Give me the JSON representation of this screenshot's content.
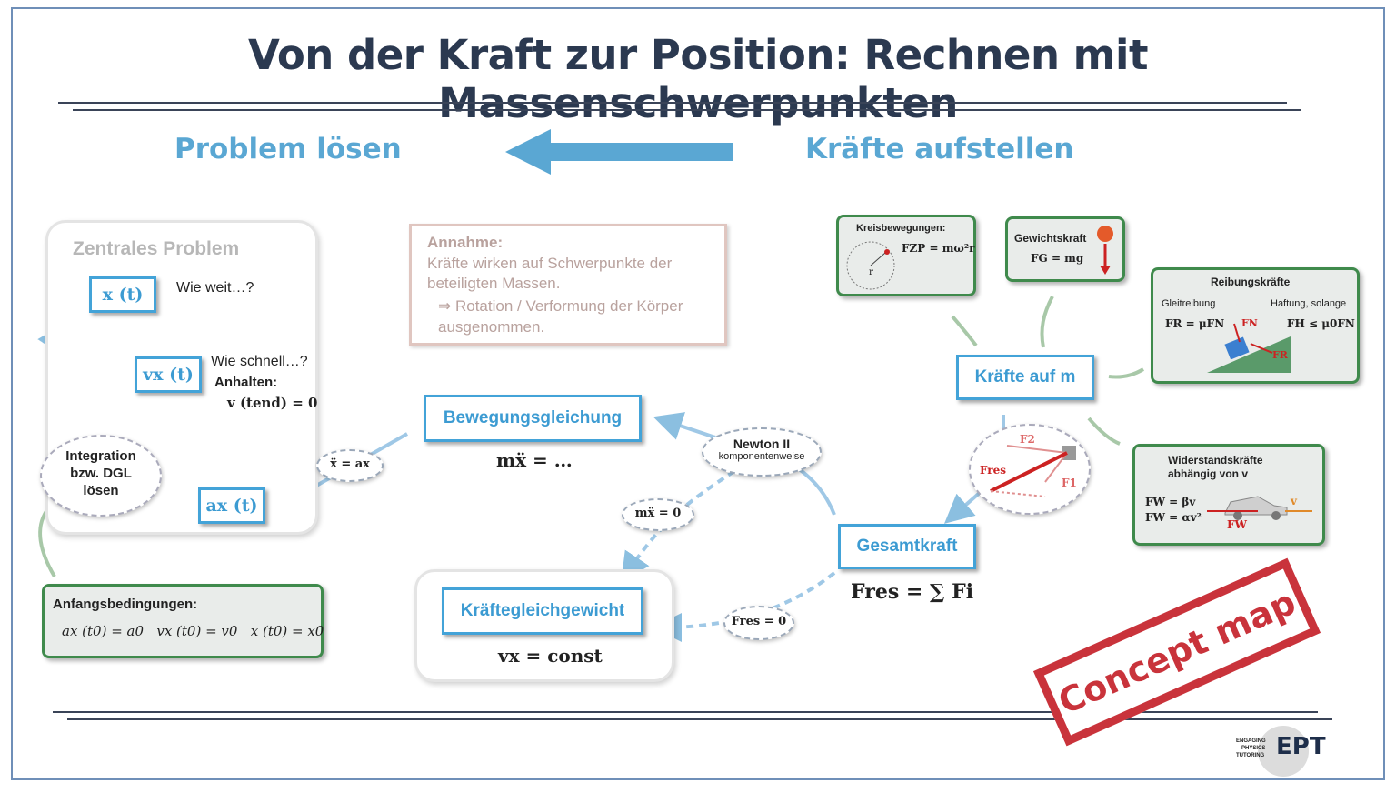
{
  "title": "Von der Kraft zur Position: Rechnen mit Massenschwerpunkten",
  "headings": {
    "left": "Problem lösen",
    "right": "Kräfte aufstellen"
  },
  "central": {
    "label": "Zentrales Problem",
    "x_t": "x (t)",
    "vx_t": "vx (t)",
    "ax_t": "ax (t)",
    "wie_weit": "Wie weit…?",
    "wie_schnell": "Wie schnell…?",
    "anhalten": "Anhalten:",
    "anhalten_eq": "v (tend) = 0",
    "integration": "Integration bzw. DGL lösen"
  },
  "anfang": {
    "label": "Anfangsbedingungen:",
    "eq": "ax (t0) = a0   vx (t0) = v0   x (t0) = x0"
  },
  "annahme": {
    "label": "Annahme:",
    "line1": "Kräfte wirken auf Schwerpunkte der beteiligten Massen.",
    "line2": "⇒ Rotation / Verformung der Körper ausgenommen."
  },
  "bewegung": {
    "label": "Bewegungsgleichung",
    "eq": "mẍ = …",
    "oval": "ẍ = ax"
  },
  "newton": {
    "line1": "Newton II",
    "line2": "komponentenweise"
  },
  "kraeftegleich": {
    "label": "Kräftegleichgewicht",
    "eq": "vx = const",
    "oval_m": "mẍ = 0",
    "oval_f": "Fres = 0"
  },
  "gesamt": {
    "label": "Gesamtkraft",
    "eq": "Fres = ∑ Fi"
  },
  "kraefte_m": "Kräfte auf m",
  "kreis": {
    "label": "Kreisbewegungen:",
    "eq": "FZP = mω²r",
    "r": "r"
  },
  "gewicht": {
    "label": "Gewichtskraft",
    "eq": "FG = mg"
  },
  "reibung": {
    "label": "Reibungskräfte",
    "gleit": "Gleitreibung",
    "haftung": "Haftung, solange",
    "eq1": "FR = μFN",
    "eq2": "FH ≤ μ0FN",
    "fn": "FN",
    "fr": "FR"
  },
  "widerstand": {
    "label1": "Widerstandskräfte",
    "label2": "abhängig von v",
    "eq1": "FW = βv",
    "eq2": "FW = αv²",
    "v": "v",
    "fw": "FW"
  },
  "vector_labels": {
    "f1": "F1",
    "f2": "F2",
    "fres": "Fres"
  },
  "stamp": "Concept map",
  "logo": {
    "small1": "ENGAGING",
    "small2": "PHYSICS",
    "small3": "TUTORING",
    "big": "EPT"
  },
  "colors": {
    "blue": "#43a3d8",
    "green": "#3f8a4c",
    "red": "#c9333b",
    "heading": "#5aa7d3",
    "title": "#2b3950"
  },
  "icons": [
    "arrow-left-icon",
    "apple-icon",
    "car-icon",
    "incline-icon",
    "circle-motion-icon",
    "vector-triangle-icon"
  ]
}
